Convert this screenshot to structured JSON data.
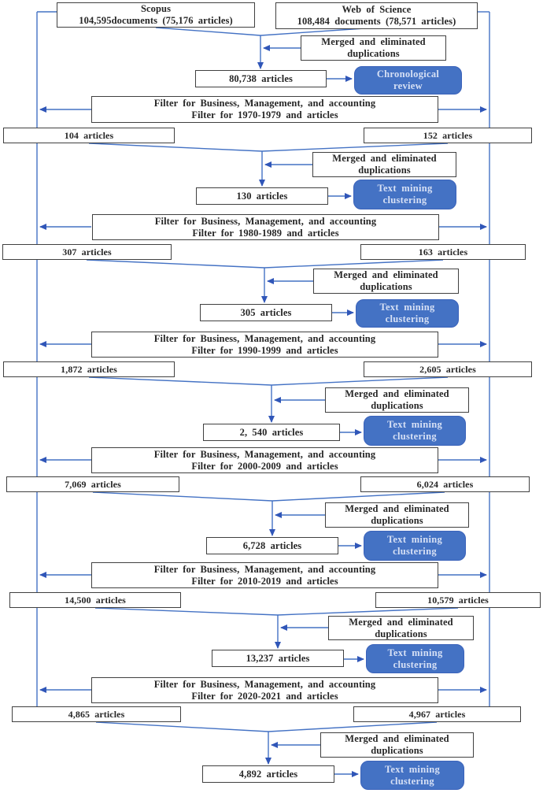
{
  "sources": {
    "scopus": {
      "name": "Scopus",
      "detail": "104,595documents (75,176 articles)"
    },
    "web_of_science": {
      "name": "Web of Science",
      "detail": "108,484 documents (78,571 articles)"
    }
  },
  "labels": {
    "merged": "Merged and eliminated duplications",
    "filter_line1": "Filter for Business, Management, and accounting"
  },
  "stages": [
    {
      "articles": "80,738 articles",
      "action": "Chronological review",
      "filter_line2": "Filter for 1970-1979 and articles",
      "left_output": "104 articles",
      "right_output": "152 articles"
    },
    {
      "articles": "130 articles",
      "action": "Text mining clustering",
      "filter_line2": "Filter for 1980-1989 and articles",
      "left_output": "307 articles",
      "right_output": "163 articles"
    },
    {
      "articles": "305 articles",
      "action": "Text mining clustering",
      "filter_line2": "Filter for 1990-1999 and articles",
      "left_output": "1,872 articles",
      "right_output": "2,605 articles"
    },
    {
      "articles": "2, 540 articles",
      "action": "Text mining clustering",
      "filter_line2": "Filter for 2000-2009 and articles",
      "left_output": "7,069 articles",
      "right_output": "6,024 articles"
    },
    {
      "articles": "6,728 articles",
      "action": "Text mining clustering",
      "filter_line2": "Filter for 2010-2019 and articles",
      "left_output": "14,500 articles",
      "right_output": "10,579 articles"
    },
    {
      "articles": "13,237 articles",
      "action": "Text mining clustering",
      "filter_line2": "Filter for 2020-2021 and articles",
      "left_output": "4,865 articles",
      "right_output": "4,967 articles"
    },
    {
      "articles": "4,892 articles",
      "action": "Text mining clustering"
    }
  ],
  "colors": {
    "accent_blue": "#4472C4",
    "connector_blue": "#4472C4",
    "box_border": "#404040",
    "action_text": "#D6E0F5"
  }
}
